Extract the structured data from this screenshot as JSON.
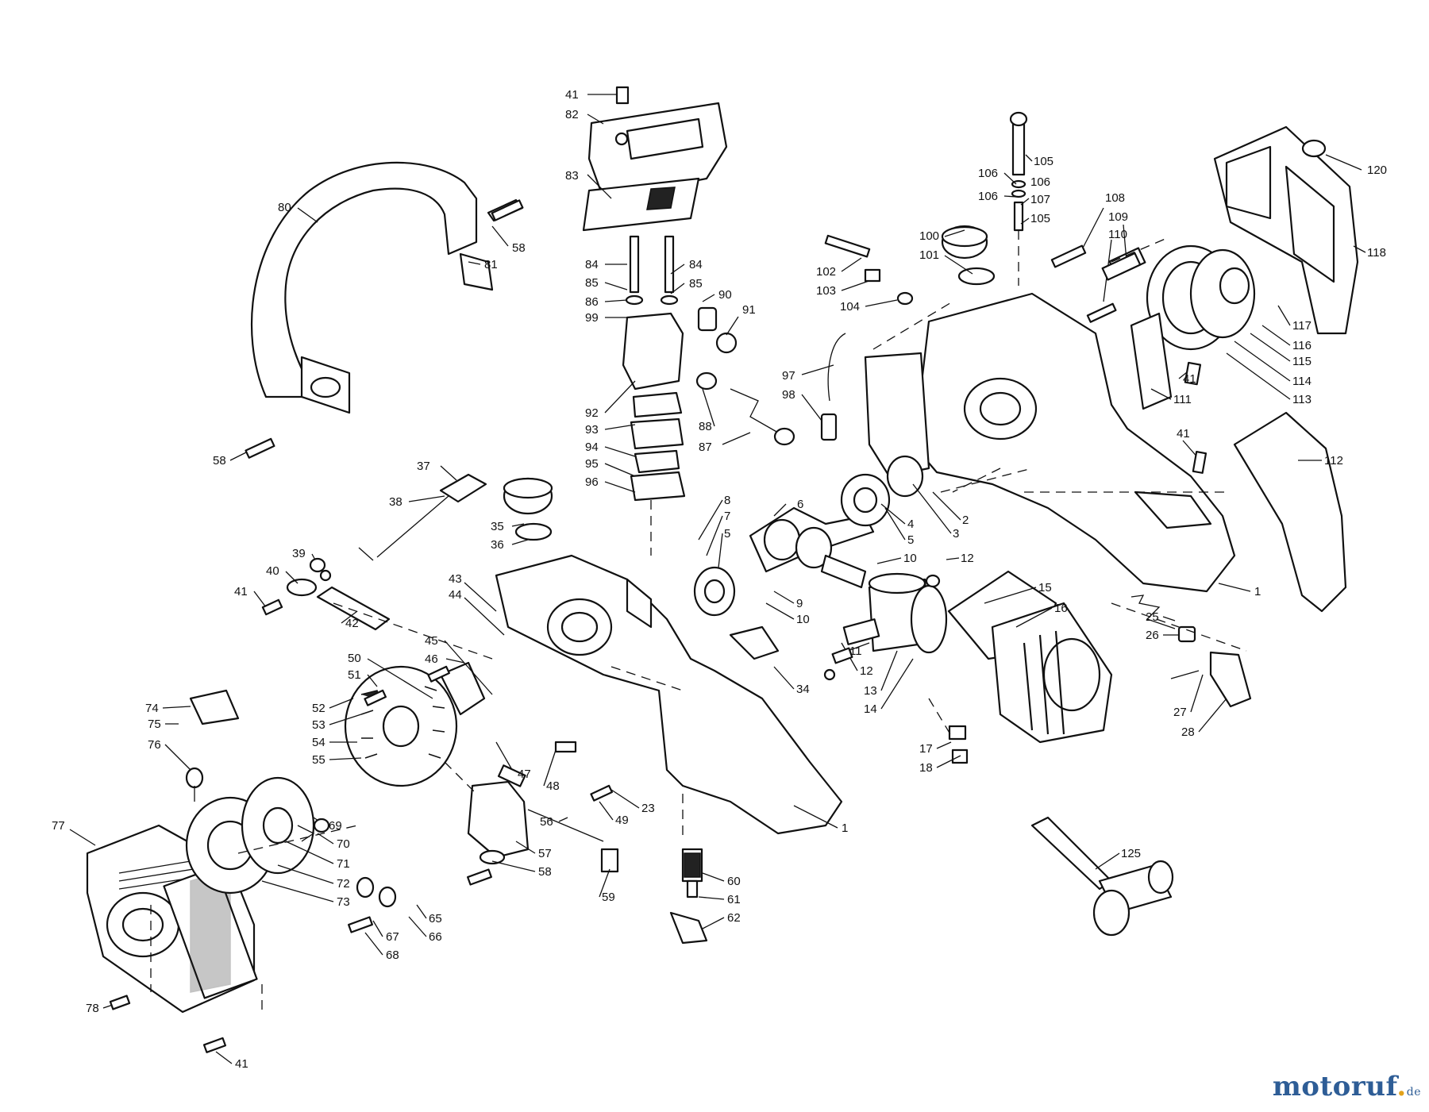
{
  "watermark": {
    "brand_main": "motoruf",
    "brand_dot": ".",
    "brand_tld": "de"
  },
  "callouts": [
    {
      "id": "c41a",
      "text": "41"
    },
    {
      "id": "c82",
      "text": "82"
    },
    {
      "id": "c83",
      "text": "83"
    },
    {
      "id": "c80",
      "text": "80"
    },
    {
      "id": "c58a",
      "text": "58"
    },
    {
      "id": "c81",
      "text": "81"
    },
    {
      "id": "c58b",
      "text": "58"
    },
    {
      "id": "c84a",
      "text": "84"
    },
    {
      "id": "c84b",
      "text": "84"
    },
    {
      "id": "c85a",
      "text": "85"
    },
    {
      "id": "c85b",
      "text": "85"
    },
    {
      "id": "c86",
      "text": "86"
    },
    {
      "id": "c99",
      "text": "99"
    },
    {
      "id": "c90",
      "text": "90"
    },
    {
      "id": "c91",
      "text": "91"
    },
    {
      "id": "c92",
      "text": "92"
    },
    {
      "id": "c93",
      "text": "93"
    },
    {
      "id": "c94",
      "text": "94"
    },
    {
      "id": "c95",
      "text": "95"
    },
    {
      "id": "c96",
      "text": "96"
    },
    {
      "id": "c88",
      "text": "88"
    },
    {
      "id": "c87",
      "text": "87"
    },
    {
      "id": "c105a",
      "text": "105"
    },
    {
      "id": "c106a",
      "text": "106"
    },
    {
      "id": "c106b",
      "text": "106"
    },
    {
      "id": "c106c",
      "text": "106"
    },
    {
      "id": "c107",
      "text": "107"
    },
    {
      "id": "c105b",
      "text": "105"
    },
    {
      "id": "c108",
      "text": "108"
    },
    {
      "id": "c109",
      "text": "109"
    },
    {
      "id": "c110",
      "text": "110"
    },
    {
      "id": "c100",
      "text": "100"
    },
    {
      "id": "c101",
      "text": "101"
    },
    {
      "id": "c102",
      "text": "102"
    },
    {
      "id": "c103",
      "text": "103"
    },
    {
      "id": "c104",
      "text": "104"
    },
    {
      "id": "c97",
      "text": "97"
    },
    {
      "id": "c98",
      "text": "98"
    },
    {
      "id": "c120",
      "text": "120"
    },
    {
      "id": "c118",
      "text": "118"
    },
    {
      "id": "c117",
      "text": "117"
    },
    {
      "id": "c116",
      "text": "116"
    },
    {
      "id": "c115",
      "text": "115"
    },
    {
      "id": "c114",
      "text": "114"
    },
    {
      "id": "c113",
      "text": "113"
    },
    {
      "id": "c41b",
      "text": "41"
    },
    {
      "id": "c111",
      "text": "111"
    },
    {
      "id": "c41c",
      "text": "41"
    },
    {
      "id": "c112",
      "text": "112"
    },
    {
      "id": "c1a",
      "text": "1"
    },
    {
      "id": "c37",
      "text": "37"
    },
    {
      "id": "c38",
      "text": "38"
    },
    {
      "id": "c35",
      "text": "35"
    },
    {
      "id": "c36",
      "text": "36"
    },
    {
      "id": "c39",
      "text": "39"
    },
    {
      "id": "c40",
      "text": "40"
    },
    {
      "id": "c41d",
      "text": "41"
    },
    {
      "id": "c42",
      "text": "42"
    },
    {
      "id": "c43",
      "text": "43"
    },
    {
      "id": "c44",
      "text": "44"
    },
    {
      "id": "c45",
      "text": "45"
    },
    {
      "id": "c46",
      "text": "46"
    },
    {
      "id": "c50",
      "text": "50"
    },
    {
      "id": "c51",
      "text": "51"
    },
    {
      "id": "c6",
      "text": "6"
    },
    {
      "id": "c8",
      "text": "8"
    },
    {
      "id": "c7",
      "text": "7"
    },
    {
      "id": "c5a",
      "text": "5"
    },
    {
      "id": "c4",
      "text": "4"
    },
    {
      "id": "c5b",
      "text": "5"
    },
    {
      "id": "c3",
      "text": "3"
    },
    {
      "id": "c2",
      "text": "2"
    },
    {
      "id": "c10a",
      "text": "10"
    },
    {
      "id": "c12a",
      "text": "12"
    },
    {
      "id": "c9",
      "text": "9"
    },
    {
      "id": "c10b",
      "text": "10"
    },
    {
      "id": "c11",
      "text": "11"
    },
    {
      "id": "c12b",
      "text": "12"
    },
    {
      "id": "c13",
      "text": "13"
    },
    {
      "id": "c14",
      "text": "14"
    },
    {
      "id": "c15",
      "text": "15"
    },
    {
      "id": "c16",
      "text": "16"
    },
    {
      "id": "c34",
      "text": "34"
    },
    {
      "id": "c25",
      "text": "25"
    },
    {
      "id": "c26",
      "text": "26"
    },
    {
      "id": "c27",
      "text": "27"
    },
    {
      "id": "c28",
      "text": "28"
    },
    {
      "id": "c17",
      "text": "17"
    },
    {
      "id": "c18",
      "text": "18"
    },
    {
      "id": "c74",
      "text": "74"
    },
    {
      "id": "c75",
      "text": "75"
    },
    {
      "id": "c76",
      "text": "76"
    },
    {
      "id": "c52",
      "text": "52"
    },
    {
      "id": "c53",
      "text": "53"
    },
    {
      "id": "c54",
      "text": "54"
    },
    {
      "id": "c55",
      "text": "55"
    },
    {
      "id": "c47",
      "text": "47"
    },
    {
      "id": "c48",
      "text": "48"
    },
    {
      "id": "c23",
      "text": "23"
    },
    {
      "id": "c49",
      "text": "49"
    },
    {
      "id": "c1b",
      "text": "1"
    },
    {
      "id": "c77",
      "text": "77"
    },
    {
      "id": "c69",
      "text": "69"
    },
    {
      "id": "c70",
      "text": "70"
    },
    {
      "id": "c71",
      "text": "71"
    },
    {
      "id": "c72",
      "text": "72"
    },
    {
      "id": "c73",
      "text": "73"
    },
    {
      "id": "c56",
      "text": "56"
    },
    {
      "id": "c57",
      "text": "57"
    },
    {
      "id": "c58c",
      "text": "58"
    },
    {
      "id": "c59",
      "text": "59"
    },
    {
      "id": "c60",
      "text": "60"
    },
    {
      "id": "c61",
      "text": "61"
    },
    {
      "id": "c62",
      "text": "62"
    },
    {
      "id": "c65",
      "text": "65"
    },
    {
      "id": "c66",
      "text": "66"
    },
    {
      "id": "c67",
      "text": "67"
    },
    {
      "id": "c68",
      "text": "68"
    },
    {
      "id": "c78",
      "text": "78"
    },
    {
      "id": "c41e",
      "text": "41"
    },
    {
      "id": "c125",
      "text": "125"
    }
  ]
}
